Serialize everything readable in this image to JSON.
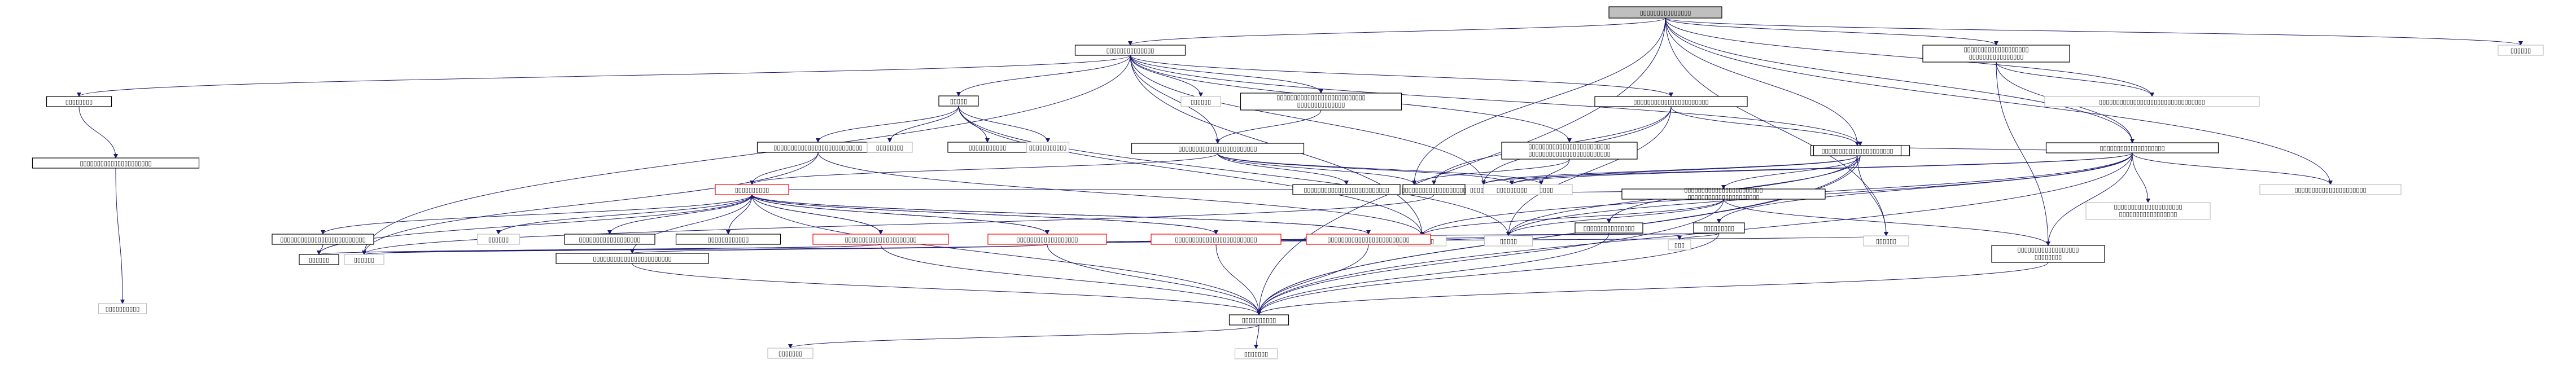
{
  "diagram": {
    "title": "",
    "colors": {
      "edge": "#191970",
      "node_border_default": "#000000",
      "node_border_external": "#bfbfbf",
      "node_border_cycle": "#ff0000",
      "root_fill": "#bfbfbf",
      "node_fill": "#ffffff"
    },
    "nodes": [
      {
        "id": "root",
        "label": "▯▯▯▯▯▯▯▯▯▯▯▯▯▯▯",
        "kind": "root"
      },
      {
        "id": "n1",
        "label": "▯▯▯▯▯▯▯▯▯▯▯▯▯▯",
        "kind": "default"
      },
      {
        "id": "n2",
        "label": "▯▯▯▯▯▯▯▯▯▯▯▯▯▯▯▯▯▯▯",
        "label2": "▯▯▯▯▯▯▯▯▯▯▯▯▯▯▯▯",
        "kind": "default"
      },
      {
        "id": "n3",
        "label": "▯▯▯▯▯▯",
        "kind": "external"
      },
      {
        "id": "n4",
        "label": "▯▯▯▯▯▯▯▯",
        "kind": "default"
      },
      {
        "id": "n5",
        "label": "▯▯▯▯▯",
        "kind": "default"
      },
      {
        "id": "n6",
        "label": "▯▯▯▯▯▯",
        "kind": "external"
      },
      {
        "id": "n7",
        "label": "▯▯▯▯▯▯▯▯▯▯▯▯▯▯▯▯▯▯▯▯▯▯▯▯▯▯",
        "label2": "▯▯▯▯▯▯▯▯▯▯▯▯▯▯",
        "kind": "default"
      },
      {
        "id": "n8",
        "label": "▯▯▯▯▯▯▯▯▯▯▯▯▯▯▯▯▯▯▯▯▯▯",
        "kind": "default"
      },
      {
        "id": "n9",
        "label": "▯▯▯▯▯▯▯▯▯▯▯▯▯▯▯▯▯▯▯▯▯▯▯▯",
        "label2": "▯▯▯▯▯▯▯▯▯▯▯▯▯▯▯▯▯▯▯▯▯▯▯▯",
        "kind": "default"
      },
      {
        "id": "n10",
        "label": "▯▯▯▯▯▯▯▯▯▯▯▯▯▯▯▯▯▯▯▯",
        "kind": "default"
      },
      {
        "id": "n11",
        "label": "▯▯▯▯▯▯▯▯▯▯▯▯▯▯▯▯▯▯▯▯▯▯▯▯▯▯▯▯▯▯▯",
        "kind": "external"
      },
      {
        "id": "n12",
        "label": "▯▯▯▯▯▯▯▯",
        "kind": "external"
      },
      {
        "id": "n13",
        "label": "▯▯▯▯▯▯▯▯▯▯▯▯▯▯▯▯▯▯▯▯▯▯▯",
        "kind": "default"
      },
      {
        "id": "n14",
        "label": "▯▯▯▯▯▯▯▯▯▯▯▯▯▯▯▯▯▯▯▯▯",
        "kind": "default"
      },
      {
        "id": "n15",
        "label": "▯▯▯▯▯▯▯▯▯▯▯▯▯▯▯▯▯▯▯▯▯▯▯▯▯▯",
        "kind": "default"
      },
      {
        "id": "n16",
        "label": "▯▯▯▯▯▯",
        "kind": "external"
      },
      {
        "id": "n17",
        "label": "▯▯▯▯▯▯▯▯▯▯▯",
        "kind": "default"
      },
      {
        "id": "n18",
        "label": "▯▯▯▯▯▯▯▯",
        "kind": "external"
      },
      {
        "id": "n19",
        "label": "▯▯▯▯▯▯▯▯▯▯▯",
        "kind": "external"
      },
      {
        "id": "n20",
        "label": "▯▯▯▯▯▯▯▯▯▯▯▯▯▯▯▯▯▯▯▯▯",
        "kind": "default"
      },
      {
        "id": "n21",
        "label": "▯▯▯▯▯▯▯▯▯▯▯▯▯▯▯▯▯▯▯",
        "kind": "default"
      },
      {
        "id": "n22",
        "label": "▯▯▯▯▯▯▯▯▯▯▯▯▯▯▯▯▯▯▯▯▯▯▯",
        "label2": "▯▯▯▯▯▯▯▯▯▯▯▯▯▯▯▯▯▯▯▯▯",
        "kind": "default"
      },
      {
        "id": "n23",
        "label": "▯▯▯▯▯▯▯",
        "kind": "external"
      },
      {
        "id": "n24",
        "label": "▯▯▯▯▯▯▯▯▯▯▯▯▯▯▯▯▯▯▯",
        "kind": "default"
      },
      {
        "id": "n25",
        "label": "▯▯▯▯▯▯▯",
        "kind": "external"
      },
      {
        "id": "n26",
        "label": "▯▯▯▯▯",
        "kind": "external"
      },
      {
        "id": "n27",
        "label": "▯▯▯▯▯▯▯▯▯▯▯▯▯▯▯▯▯▯▯▯▯",
        "kind": "external"
      },
      {
        "id": "n28",
        "label": "▯▯▯▯▯▯▯▯▯",
        "kind": "external"
      },
      {
        "id": "n29",
        "label": "▯▯▯▯▯▯▯▯▯▯▯▯▯▯▯▯▯▯▯▯▯▯▯▯▯",
        "kind": "default"
      },
      {
        "id": "n30",
        "label": "▯▯▯▯▯▯▯▯▯▯",
        "kind": "external"
      },
      {
        "id": "n31",
        "label": "▯▯▯▯▯▯▯▯▯▯",
        "kind": "cycle"
      },
      {
        "id": "n32",
        "label": "▯▯▯▯▯▯▯▯▯▯▯▯▯▯▯▯▯▯▯▯▯▯▯▯▯",
        "kind": "default"
      },
      {
        "id": "n33",
        "label": "▯▯▯▯▯▯▯▯▯▯▯▯▯▯▯▯▯▯",
        "kind": "default"
      },
      {
        "id": "n34",
        "label": "▯▯▯▯▯▯▯▯▯▯▯▯▯▯▯▯▯▯",
        "label2": "▯▯▯▯▯▯▯▯",
        "kind": "default"
      },
      {
        "id": "n35",
        "label": "▯▯▯▯▯▯▯▯▯▯▯▯▯▯▯▯▯▯▯▯",
        "label2": "▯▯▯▯▯▯▯▯▯▯▯▯▯▯▯▯▯",
        "kind": "external"
      },
      {
        "id": "n36",
        "label": "▯▯▯▯▯▯▯▯▯",
        "kind": "default"
      },
      {
        "id": "n37",
        "label": "▯▯▯",
        "kind": "external"
      },
      {
        "id": "n38",
        "label": "▯▯▯▯▯▯",
        "kind": "external"
      },
      {
        "id": "n39",
        "label": "▯▯▯▯▯▯▯▯▯▯▯▯▯▯▯",
        "kind": "default"
      },
      {
        "id": "n40",
        "label": "▯▯▯▯▯▯▯▯▯▯▯▯",
        "kind": "default"
      },
      {
        "id": "n41",
        "label": "▯▯▯▯▯▯▯▯▯▯▯▯▯▯▯▯▯▯",
        "kind": "default"
      },
      {
        "id": "n42",
        "label": "▯▯▯▯▯▯▯▯▯▯▯▯▯▯▯▯▯▯▯▯▯",
        "kind": "cycle"
      },
      {
        "id": "n43",
        "label": "▯▯▯▯▯▯▯▯▯▯▯▯▯▯▯▯▯▯",
        "kind": "cycle"
      },
      {
        "id": "n44",
        "label": "▯▯▯▯▯▯▯▯▯▯▯▯▯▯▯▯▯▯▯▯▯▯▯▯",
        "kind": "cycle"
      },
      {
        "id": "n45",
        "label": "▯▯▯▯▯▯▯▯▯▯▯▯▯▯▯▯▯▯▯▯▯▯▯▯",
        "kind": "cycle"
      },
      {
        "id": "n46",
        "label": "▯▯▯▯▯▯",
        "kind": "default"
      },
      {
        "id": "n47",
        "label": "▯▯▯▯▯▯",
        "kind": "external"
      },
      {
        "id": "n48",
        "label": "▯▯▯▯▯▯▯▯▯▯▯▯▯▯▯▯▯▯▯▯▯▯▯",
        "kind": "default"
      },
      {
        "id": "n49",
        "label": "▯▯▯▯▯▯▯",
        "kind": "external"
      },
      {
        "id": "n50",
        "label": "▯▯▯▯▯▯▯",
        "kind": "external"
      },
      {
        "id": "n51",
        "label": "▯▯▯▯▯▯▯▯",
        "kind": "external"
      },
      {
        "id": "n52",
        "label": "▯▯▯▯▯▯▯▯▯▯",
        "kind": "default"
      },
      {
        "id": "n53",
        "label": "▯▯▯▯▯▯▯▯",
        "kind": "external"
      },
      {
        "id": "n54",
        "label": "▯▯▯▯▯▯",
        "kind": "external"
      }
    ],
    "edges": [
      [
        "root",
        "n1"
      ],
      [
        "root",
        "n2"
      ],
      [
        "root",
        "n3"
      ],
      [
        "root",
        "n11"
      ],
      [
        "root",
        "n16"
      ],
      [
        "root",
        "n20"
      ],
      [
        "root",
        "n21"
      ],
      [
        "root",
        "n52"
      ],
      [
        "root",
        "n54"
      ],
      [
        "root",
        "n27"
      ],
      [
        "n1",
        "n4"
      ],
      [
        "n1",
        "n5"
      ],
      [
        "n1",
        "n6"
      ],
      [
        "n1",
        "n7"
      ],
      [
        "n1",
        "n8"
      ],
      [
        "n1",
        "n9"
      ],
      [
        "n1",
        "n10"
      ],
      [
        "n1",
        "n13"
      ],
      [
        "n1",
        "n12"
      ],
      [
        "n1",
        "n47"
      ],
      [
        "n1",
        "n25"
      ],
      [
        "n2",
        "n11"
      ],
      [
        "n2",
        "n21"
      ],
      [
        "n2",
        "n34"
      ],
      [
        "n4",
        "n14"
      ],
      [
        "n14",
        "n30"
      ],
      [
        "n5",
        "n15"
      ],
      [
        "n5",
        "n19"
      ],
      [
        "n5",
        "n17"
      ],
      [
        "n5",
        "n18"
      ],
      [
        "n5",
        "n25"
      ],
      [
        "n5",
        "n26"
      ],
      [
        "n7",
        "n13"
      ],
      [
        "n8",
        "n24"
      ],
      [
        "n8",
        "n20"
      ],
      [
        "n8",
        "n12"
      ],
      [
        "n8",
        "n26"
      ],
      [
        "n9",
        "n16"
      ],
      [
        "n9",
        "n23"
      ],
      [
        "n10",
        "n22"
      ],
      [
        "n10",
        "n20"
      ],
      [
        "n10",
        "n39"
      ],
      [
        "n10",
        "n53"
      ],
      [
        "n10",
        "n52"
      ],
      [
        "n13",
        "n31"
      ],
      [
        "n13",
        "n28"
      ],
      [
        "n13",
        "n29"
      ],
      [
        "n13",
        "n23"
      ],
      [
        "n13",
        "n16"
      ],
      [
        "n15",
        "n31"
      ],
      [
        "n15",
        "n25"
      ],
      [
        "n15",
        "n47"
      ],
      [
        "n20",
        "n21"
      ],
      [
        "n20",
        "n28"
      ],
      [
        "n20",
        "n12"
      ],
      [
        "n20",
        "n26"
      ],
      [
        "n20",
        "n52"
      ],
      [
        "n20",
        "n54"
      ],
      [
        "n21",
        "n34"
      ],
      [
        "n21",
        "n35"
      ],
      [
        "n21",
        "n27"
      ],
      [
        "n21",
        "n12"
      ],
      [
        "n21",
        "n52"
      ],
      [
        "n21",
        "n53"
      ],
      [
        "n21",
        "n26"
      ],
      [
        "n21",
        "n25"
      ],
      [
        "n21",
        "n28"
      ],
      [
        "n21",
        "n36"
      ],
      [
        "n22",
        "n12"
      ],
      [
        "n22",
        "n34"
      ],
      [
        "n22",
        "n25"
      ],
      [
        "n22",
        "n26"
      ],
      [
        "n22",
        "n52"
      ],
      [
        "n24",
        "n31"
      ],
      [
        "n24",
        "n47"
      ],
      [
        "n31",
        "n32"
      ],
      [
        "n31",
        "n33"
      ],
      [
        "n31",
        "n38"
      ],
      [
        "n31",
        "n40"
      ],
      [
        "n31",
        "n41"
      ],
      [
        "n31",
        "n42"
      ],
      [
        "n31",
        "n43"
      ],
      [
        "n31",
        "n44"
      ],
      [
        "n31",
        "n45"
      ],
      [
        "n31",
        "n52"
      ],
      [
        "n31",
        "n46"
      ],
      [
        "n31",
        "n48"
      ],
      [
        "n31",
        "n51"
      ],
      [
        "n32",
        "n46"
      ],
      [
        "n34",
        "n52"
      ],
      [
        "n36",
        "n25"
      ],
      [
        "n36",
        "n26"
      ],
      [
        "n36",
        "n37"
      ],
      [
        "n36",
        "n52"
      ],
      [
        "n39",
        "n52"
      ],
      [
        "n42",
        "n31"
      ],
      [
        "n42",
        "n46"
      ],
      [
        "n42",
        "n47"
      ],
      [
        "n42",
        "n52"
      ],
      [
        "n43",
        "n31"
      ],
      [
        "n43",
        "n47"
      ],
      [
        "n43",
        "n48"
      ],
      [
        "n43",
        "n52"
      ],
      [
        "n43",
        "n26"
      ],
      [
        "n43",
        "n25"
      ],
      [
        "n43",
        "n54"
      ],
      [
        "n44",
        "n31"
      ],
      [
        "n44",
        "n52"
      ],
      [
        "n44",
        "n25"
      ],
      [
        "n45",
        "n31"
      ],
      [
        "n45",
        "n52"
      ],
      [
        "n45",
        "n26"
      ],
      [
        "n45",
        "n25"
      ],
      [
        "n46",
        "n51"
      ],
      [
        "n48",
        "n52"
      ],
      [
        "n52",
        "n49"
      ],
      [
        "n52",
        "n50"
      ]
    ]
  }
}
